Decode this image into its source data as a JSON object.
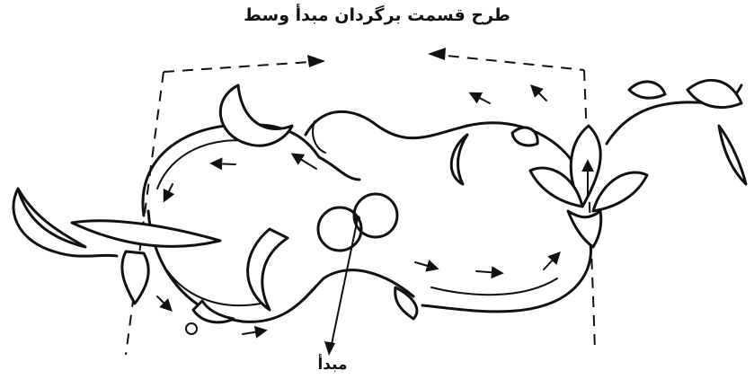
{
  "title": "طرح قسمت برگردان مبدأ وسط",
  "origin_label": "مبدأ",
  "colors": {
    "ink": "#111111",
    "background": "#ffffff"
  },
  "parts": [
    "dashed-frame",
    "left-motif",
    "right-motif",
    "tulip",
    "center-circles",
    "arrows"
  ]
}
